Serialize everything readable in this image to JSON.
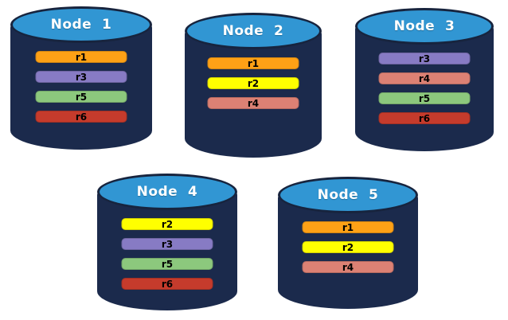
{
  "colors": {
    "page_background": "#FFFFFF",
    "cylinder_body": "#1B2A4C",
    "cylinder_top": "#3196D3",
    "cylinder_outline": "#17243E",
    "node_label_text": "#FFFFFF",
    "replica_label_text": "#000000",
    "replicas": {
      "r1": "#FEA116",
      "r2": "#FFFF00",
      "r3": "#877BC4",
      "r4": "#DC8174",
      "r5": "#8CC87D",
      "r6": "#C53B2C"
    }
  },
  "nodes": [
    {
      "label": "Node  1",
      "replicas": [
        "r1",
        "r3",
        "r5",
        "r6"
      ]
    },
    {
      "label": "Node  2",
      "replicas": [
        "r1",
        "r2",
        "r4"
      ]
    },
    {
      "label": "Node  3",
      "replicas": [
        "r3",
        "r4",
        "r5",
        "r6"
      ]
    },
    {
      "label": "Node  4",
      "replicas": [
        "r2",
        "r3",
        "r5",
        "r6"
      ]
    },
    {
      "label": "Node  5",
      "replicas": [
        "r1",
        "r2",
        "r4"
      ]
    }
  ]
}
